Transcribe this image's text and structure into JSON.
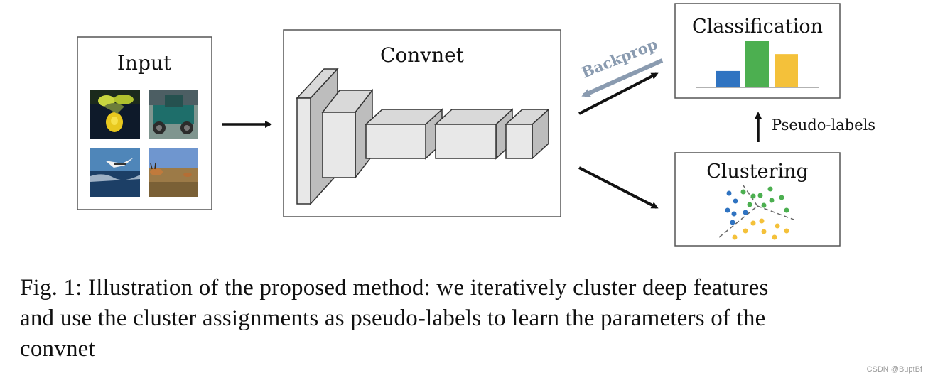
{
  "diagram": {
    "input": {
      "title": "Input",
      "images": [
        "flower",
        "vintage-car",
        "bird-over-sea",
        "antelope-field"
      ]
    },
    "convnet": {
      "title": "Convnet"
    },
    "classification": {
      "title": "Classification",
      "bars": [
        {
          "value": 0.35,
          "color": "#2f73c1"
        },
        {
          "value": 1.0,
          "color": "#4caf50"
        },
        {
          "value": 0.71,
          "color": "#f4c13a"
        }
      ]
    },
    "clustering": {
      "title": "Clustering"
    },
    "backprop_label": "Backprop",
    "pseudo_labels": "Pseudo-labels",
    "colors": {
      "blue": "#2f73c1",
      "green": "#4caf50",
      "yellow": "#f4c13a",
      "backprop_arrow": "#8a9bb0",
      "arrow": "#111111",
      "box_border": "#555555"
    }
  },
  "caption": {
    "line1": "Fig. 1: Illustration of the proposed method: we iteratively cluster deep features",
    "line2": "and use the cluster assignments as pseudo-labels to learn the parameters of the",
    "line3": "convnet"
  },
  "watermark": "CSDN @BuptBf"
}
